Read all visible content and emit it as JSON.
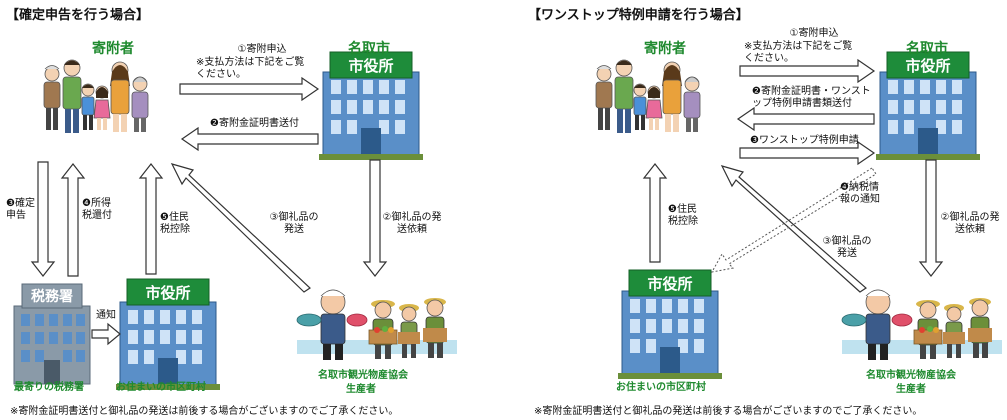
{
  "left": {
    "title": "【確定申告を行う場合】",
    "donor_label": "寄附者",
    "natori_label": "名取市",
    "city_hall_sign": "市役所",
    "tax_office_sign": "税務署",
    "tax_office_name": "最寄りの税務署",
    "local_office_name": "お住まいの市区町村",
    "association_name": "名取市観光物産協会",
    "producer_label": "生産者",
    "step1_title": "①寄附申込",
    "step1_note": "※支払方法は下記をご覧ください。",
    "step2": "❷寄附金証明書送付",
    "step3_kakutei": "❸確定申告",
    "step4_refund": "❹所得税還付",
    "step5_deduction": "❺住民税控除",
    "step3_shipping": "③御礼品の発送",
    "step2_request": "②御礼品の発送依頼",
    "notify": "通知",
    "footnote": "※寄附金証明書送付と御礼品の発送は前後する場合がございますのでご了承ください。"
  },
  "right": {
    "title": "【ワンストップ特例申請を行う場合】",
    "donor_label": "寄附者",
    "natori_label": "名取市",
    "city_hall_sign": "市役所",
    "local_city_hall_sign": "市役所",
    "local_office_name": "お住まいの市区町村",
    "association_name": "名取市観光物産協会",
    "producer_label": "生産者",
    "step1_title": "①寄附申込",
    "step1_note": "※支払方法は下記をご覧ください。",
    "step2": "❷寄附金証明書・ワンストップ特例申請書類送付",
    "step3_onestop": "❸ワンストップ特例申請",
    "step4_tax_info": "❹納税情報の通知",
    "step3_shipping": "③御礼品の発送",
    "step2_request": "②御礼品の発送依頼",
    "step5_deduction": "❺住民税控除",
    "footnote": "※寄附金証明書送付と御礼品の発送は前後する場合がございますのでご了承ください。"
  },
  "colors": {
    "green": "#1f8a2f",
    "sign_green": "#1e8c3a",
    "building_blue": "#5a8fc8",
    "tax_gray": "#8a9aa8"
  }
}
